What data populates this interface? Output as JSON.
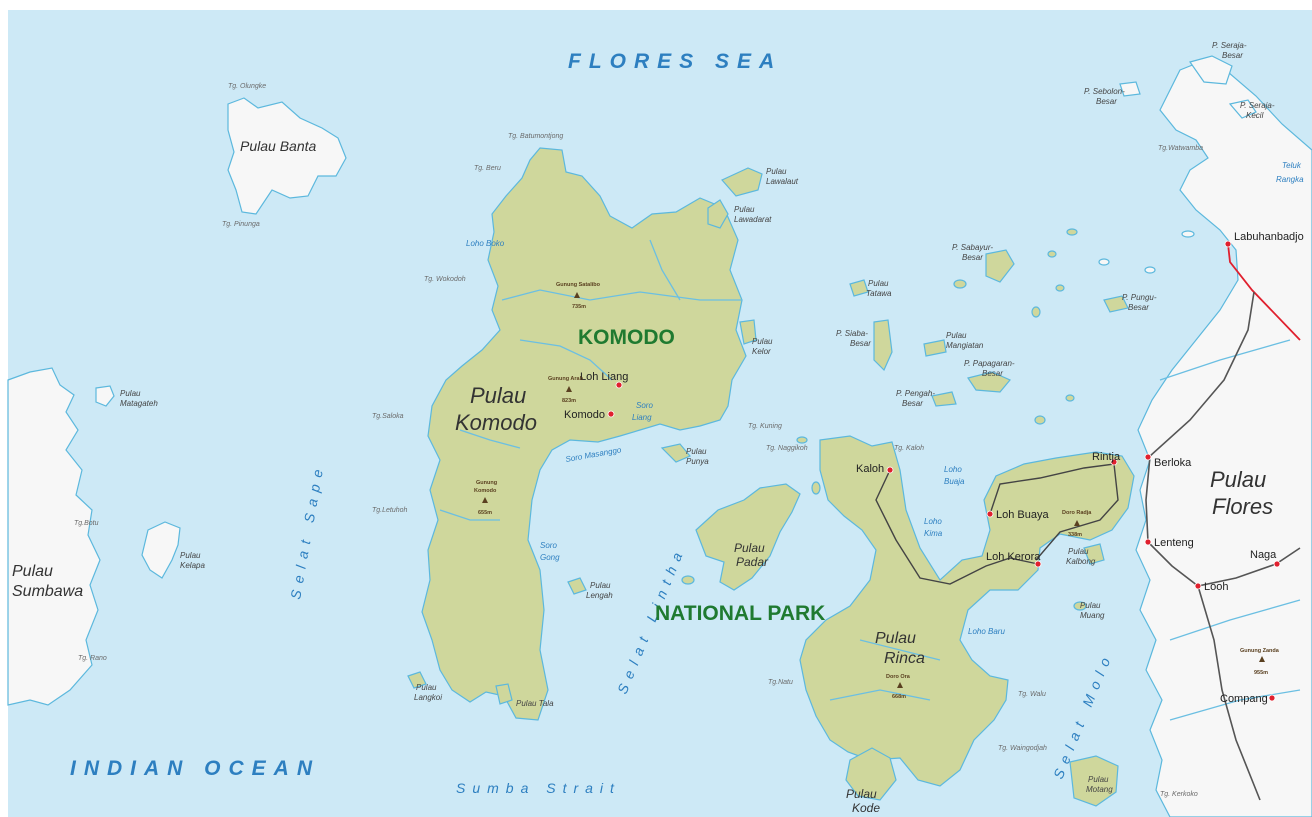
{
  "seas": {
    "flores_sea": "FLORES SEA",
    "indian_ocean": "INDIAN OCEAN",
    "sumba_strait": "Sumba Strait",
    "selat_sape": "Selat Sape",
    "selat_lintha": "Selat Lintha",
    "selat_molo": "Selat Molo",
    "teluk_rangka": [
      "Teluk",
      "Rangka"
    ]
  },
  "park": {
    "komodo": "KOMODO",
    "national_park": "NATIONAL PARK"
  },
  "islands": {
    "pulau_komodo": [
      "Pulau",
      "Komodo"
    ],
    "pulau_rinca": [
      "Pulau",
      "Rinca"
    ],
    "pulau_flores": [
      "Pulau",
      "Flores"
    ],
    "pulau_sumbawa": [
      "Pulau",
      "Sumbawa"
    ],
    "pulau_banta": "Pulau Banta",
    "pulau_padar": [
      "Pulau",
      "Padar"
    ],
    "pulau_kode": [
      "Pulau",
      "Kode"
    ],
    "pulau_kelapa": [
      "Pulau",
      "Kelapa"
    ],
    "pulau_matagateh": [
      "Pulau",
      "Matagateh"
    ],
    "pulau_lawalaut": [
      "Pulau",
      "Lawalaut"
    ],
    "pulau_lawadarat": [
      "Pulau",
      "Lawadarat"
    ],
    "pulau_kelor": [
      "Pulau",
      "Kelor"
    ],
    "pulau_tatawa": [
      "Pulau",
      "Tatawa"
    ],
    "pulau_mangiatan": [
      "Pulau",
      "Mangiatan"
    ],
    "p_papagaran": [
      "P. Papagaran-",
      "Besar"
    ],
    "p_siaba": [
      "P. Siaba-",
      "Besar"
    ],
    "p_pengah": [
      "P. Pengah-",
      "Besar"
    ],
    "p_sabayur": [
      "P. Sabayur-",
      "Besar"
    ],
    "p_pungu": [
      "P. Pungu-",
      "Besar"
    ],
    "p_sebolon": [
      "P. Sebolon-",
      "Besar"
    ],
    "p_seraja_besar": [
      "P. Seraja-",
      "Besar"
    ],
    "p_seraja_kecil": [
      "P. Seraja-",
      "Kecil"
    ],
    "pulau_punya": [
      "Pulau",
      "Punya"
    ],
    "pulau_lengah": [
      "Pulau",
      "Lengah"
    ],
    "pulau_langkoi": [
      "Pulau",
      "Langkoi"
    ],
    "pulau_tala": "Pulau Tala",
    "pulau_kalbong": [
      "Pulau",
      "Kalbong"
    ],
    "pulau_muang": [
      "Pulau",
      "Muang"
    ],
    "pulau_motang": [
      "Pulau",
      "Motang"
    ]
  },
  "capes": {
    "tg_olungke": "Tg. Olungke",
    "tg_pinunga": "Tg. Pinunga",
    "tg_batumontjong": "Tg. Batumontjong",
    "tg_beru": "Tg. Beru",
    "tg_wokodoh": "Tg. Wokodoh",
    "tg_saloka": "Tg.Saloka",
    "tg_letuhoh": "Tg.Letuhoh",
    "tg_kuning": "Tg. Kuning",
    "tg_naggikoh": "Tg. Naggikoh",
    "tg_kaloh": "Tg. Kaloh",
    "tg_natu": "Tg.Natu",
    "tg_walu": "Tg. Walu",
    "tg_waingodjah": "Tg. Waingodjah",
    "tg_kerkoko": "Tg. Kerkoko",
    "tg_watwamba": "Tg.Watwamba",
    "tg_botu": "Tg.Botu",
    "tg_rano": "Tg. Rano"
  },
  "bays": {
    "loho_boko": "Loho Boko",
    "soro_liang": [
      "Soro",
      "Liang"
    ],
    "soro_masanggo": "Soro Masanggo",
    "soro_gong": [
      "Soro",
      "Gong"
    ],
    "loho_buaja": [
      "Loho",
      "Buaja"
    ],
    "loho_kima": [
      "Loho",
      "Kima"
    ],
    "loho_baru": "Loho Baru"
  },
  "towns": {
    "loh_liang": "Loh Liang",
    "komodo": "Komodo",
    "kaloh": "Kaloh",
    "loh_buaya": "Loh Buaya",
    "loh_kerora": "Loh Kerora",
    "rintja": "Rintja",
    "berloka": "Berloka",
    "lenteng": "Lenteng",
    "naga": "Naga",
    "loh": "Looh",
    "compang": "Compang",
    "labuhanbadjo": "Labuhanbadjo"
  },
  "peaks": {
    "satalibo": [
      "Gunung Satalibo",
      "735m"
    ],
    "arab": [
      "Gunung Arab",
      "823m"
    ],
    "komodo": [
      "Gunung",
      "Komodo",
      "655m"
    ],
    "ora": [
      "Doro Ora",
      "668m"
    ],
    "radja": [
      "Doro Radja",
      "338m"
    ],
    "zanda": [
      "Gunung Zanda",
      "955m"
    ]
  },
  "colors": {
    "water": "#cde9f6",
    "park_land": "#cfd79c",
    "outside_land": "#f7f7f7",
    "coast": "#5cb8dd",
    "town_marker": "#e0202e",
    "road_main": "#e0202e",
    "sea_label": "#2d7fc0",
    "park_label": "#1f7a30"
  }
}
